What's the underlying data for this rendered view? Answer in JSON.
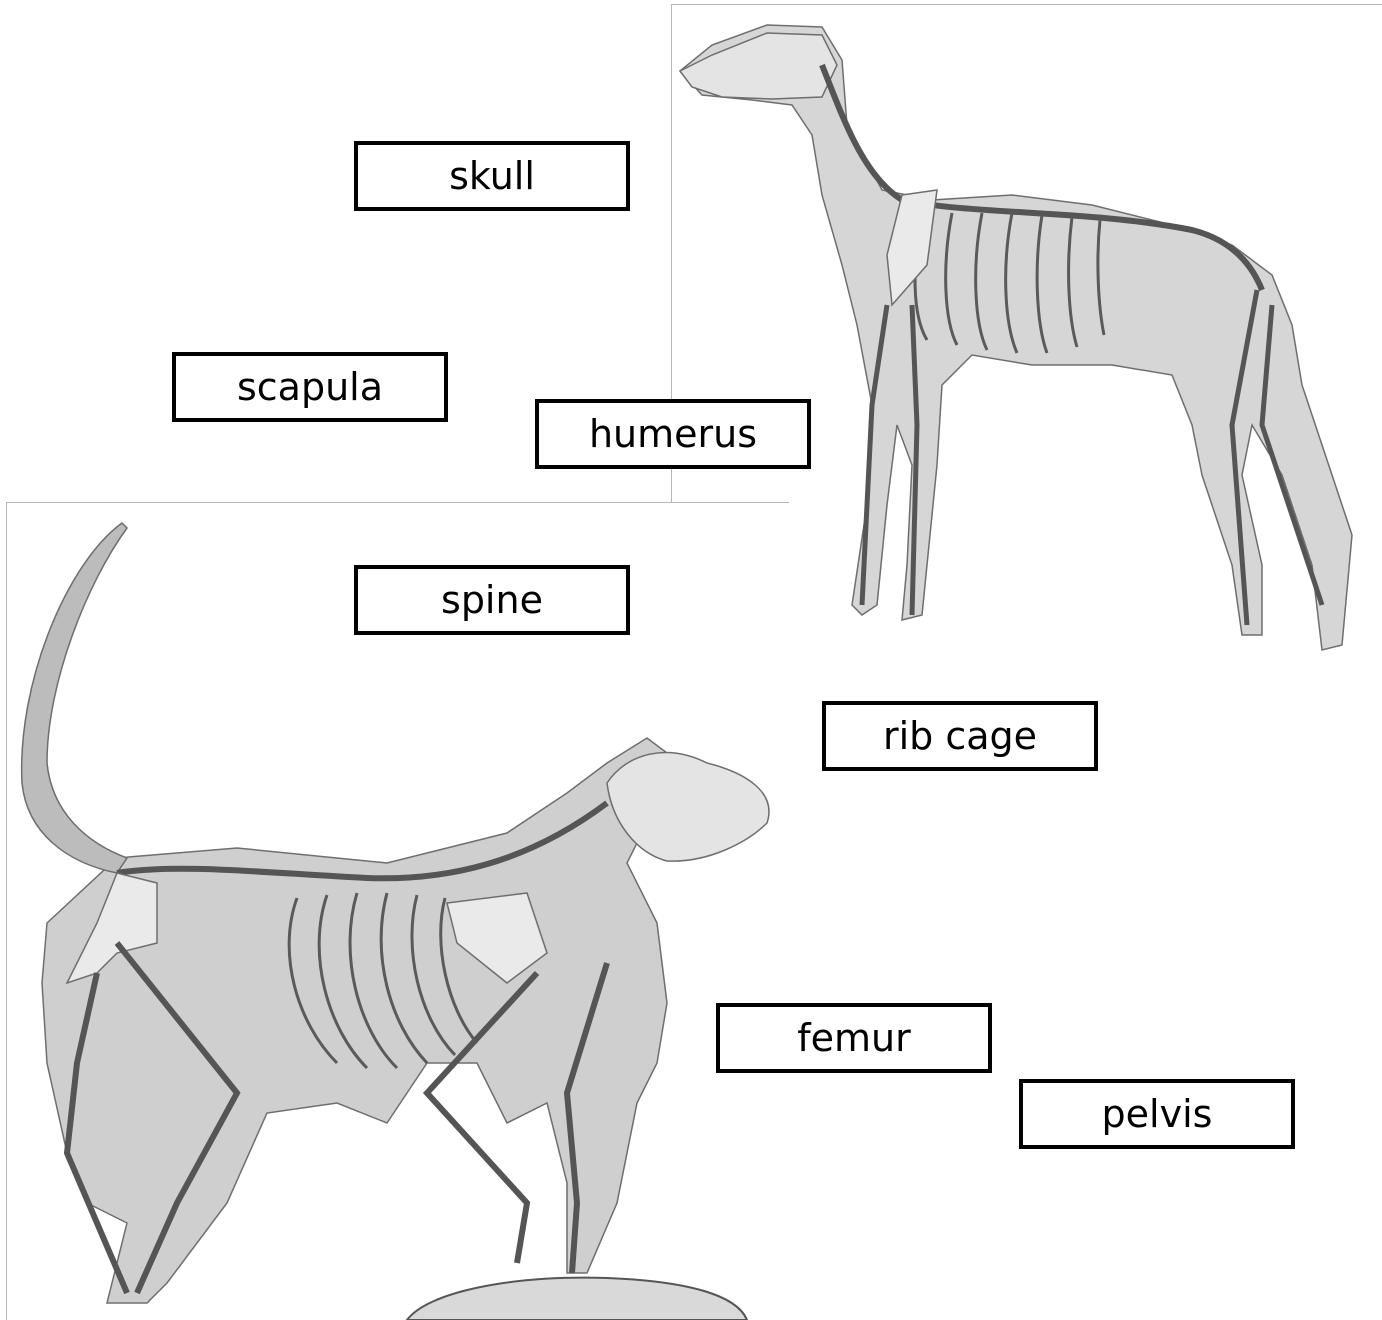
{
  "labels": {
    "skull": "skull",
    "scapula": "scapula",
    "humerus": "humerus",
    "spine": "spine",
    "rib_cage": "rib cage",
    "femur": "femur",
    "pelvis": "pelvis"
  },
  "colors": {
    "border": "#000000",
    "illustration": "#808080",
    "background": "#ffffff"
  }
}
